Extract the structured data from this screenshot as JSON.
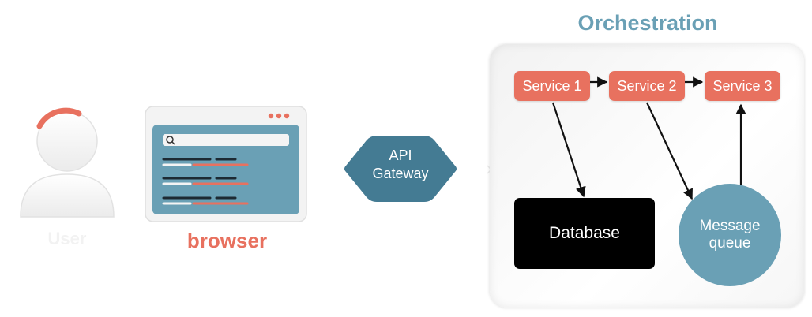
{
  "user": {
    "label": "User"
  },
  "browser": {
    "label": "browser"
  },
  "gateway": {
    "line1": "API",
    "line2": "Gateway"
  },
  "orchestration": {
    "title": "Orchestration",
    "services": [
      "Service 1",
      "Service 2",
      "Service 3"
    ],
    "database": "Database",
    "queue": {
      "line1": "Message",
      "line2": "queue"
    }
  },
  "colors": {
    "accent_red": "#e8715f",
    "accent_blue": "#6aa0b5",
    "dark_blue": "#447b93"
  }
}
